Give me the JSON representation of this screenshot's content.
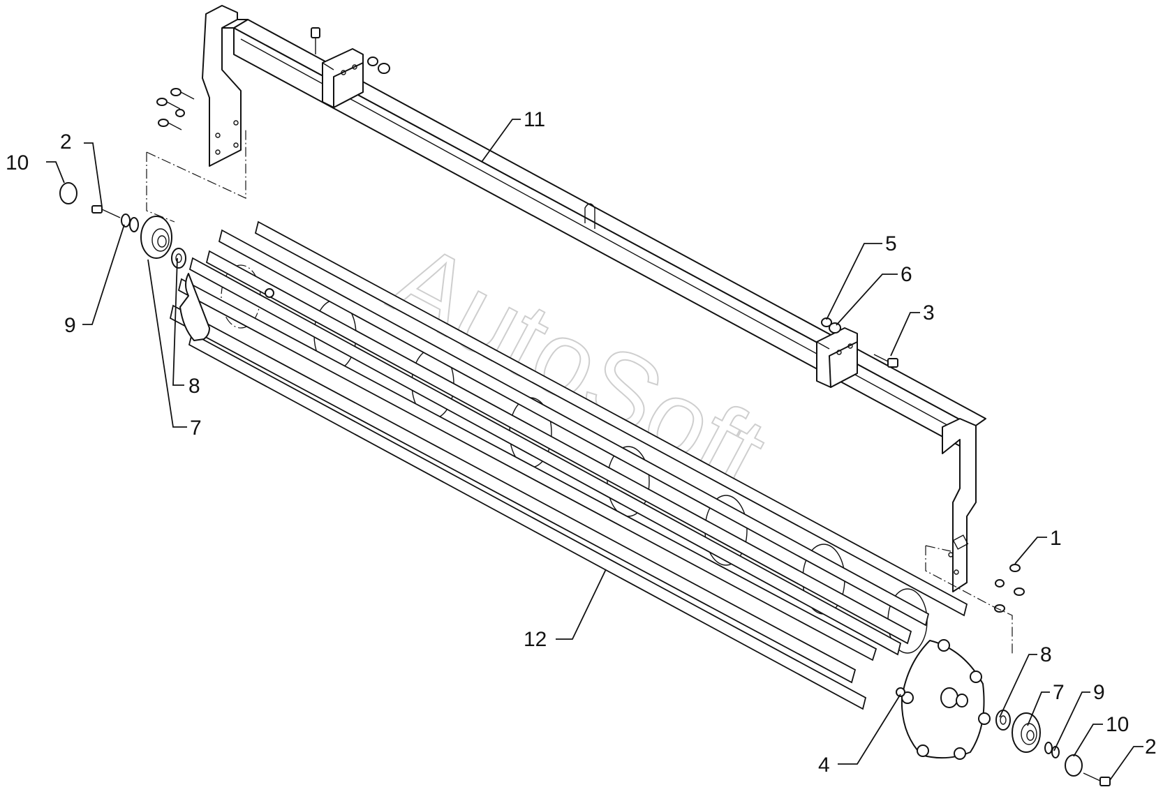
{
  "watermark": "AutoSoft",
  "callouts": {
    "c1": "1",
    "c2_left": "2",
    "c2_right": "2",
    "c3": "3",
    "c4": "4",
    "c5": "5",
    "c6": "6",
    "c7_left": "7",
    "c7_right": "7",
    "c8_left": "8",
    "c8_right": "8",
    "c9_left": "9",
    "c9_right": "9",
    "c10_left": "10",
    "c10_right": "10",
    "c11": "11",
    "c12": "12"
  },
  "colors": {
    "line": "#111111",
    "watermark": "#c9c9c9",
    "background": "#ffffff"
  }
}
